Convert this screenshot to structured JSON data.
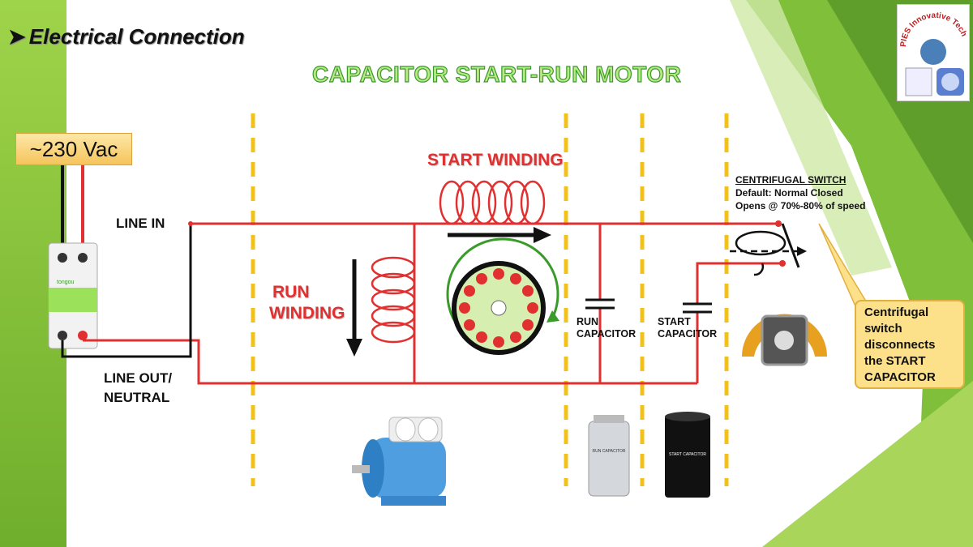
{
  "heading": "Electrical Connection",
  "title": "CAPACITOR START-RUN MOTOR",
  "voltage": "~230 Vac",
  "line_in": "LINE IN",
  "line_out_1": "LINE OUT/",
  "line_out_2": "NEUTRAL",
  "start_winding": "START WINDING",
  "run_winding_1": "RUN",
  "run_winding_2": "WINDING",
  "run_cap_1": "RUN",
  "run_cap_2": "CAPACITOR",
  "start_cap_1": "START",
  "start_cap_2": "CAPACITOR",
  "cs_title": "CENTRIFUGAL SWITCH",
  "cs_line1": "Default: Normal Closed",
  "cs_line2": "Opens @ 70%-80% of speed",
  "callout_lines": [
    "Centrifugal",
    "switch",
    "disconnects",
    "the START",
    "CAPACITOR"
  ],
  "logo_text": "PIES Innovative Tech",
  "breaker_brand": "tongou",
  "run_can_label": "RUN CAPACITOR",
  "start_can_label": "START CAPACITOR",
  "colors": {
    "wire": "#e03030",
    "dash": "#f2c21a",
    "green": "#3a9a2a"
  }
}
